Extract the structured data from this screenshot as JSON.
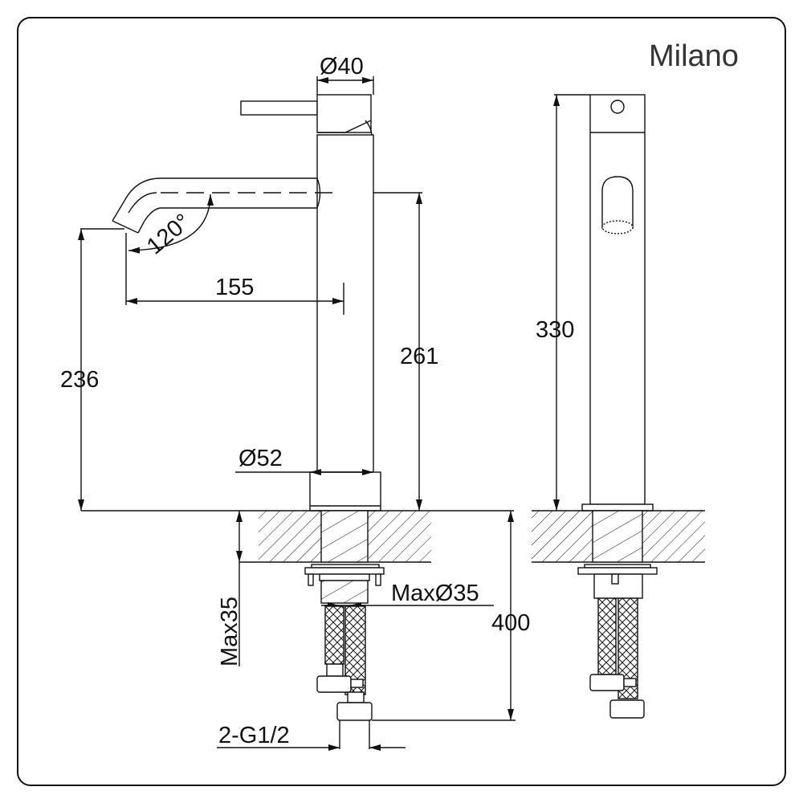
{
  "brand": "Milano",
  "dimensions": {
    "handle_diameter": "Ø40",
    "angle": "120°",
    "reach": "155",
    "spout_height": "236",
    "outlet_height": "261",
    "base_diameter": "Ø52",
    "max_counter_thickness": "Max35",
    "max_hole_diameter": "MaxØ35",
    "hose_length": "400",
    "connection": "2-G1/2",
    "total_height": "330"
  },
  "colors": {
    "line": "#111111",
    "background": "#ffffff"
  }
}
